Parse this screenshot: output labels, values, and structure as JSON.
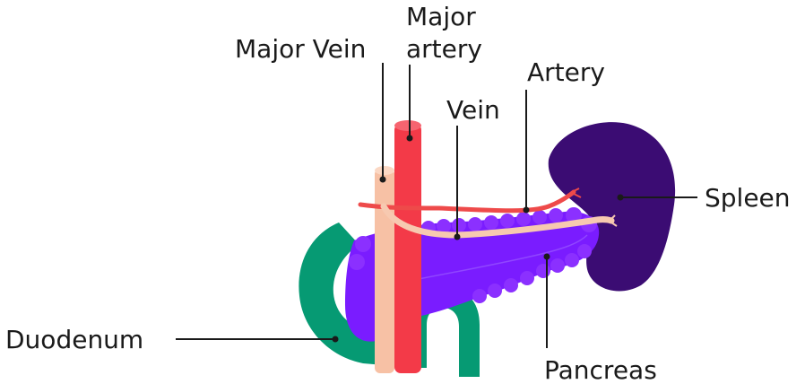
{
  "labels": {
    "major_vein": "Major Vein",
    "major_artery_line1": "Major",
    "major_artery_line2": "artery",
    "artery": "Artery",
    "vein": "Vein",
    "spleen": "Spleen",
    "duodenum": "Duodenum",
    "pancreas": "Pancreas"
  },
  "colors": {
    "spleen": "#3b0c73",
    "pancreas": "#7a1cff",
    "pancreas_bumps": "#8b30ff",
    "duodenum": "#069a73",
    "major_artery": "#f33a48",
    "major_vein": "#f7c1a5",
    "artery": "#ee4a4a",
    "vein": "#f7c9b0",
    "label_text": "#1a1a1a"
  }
}
